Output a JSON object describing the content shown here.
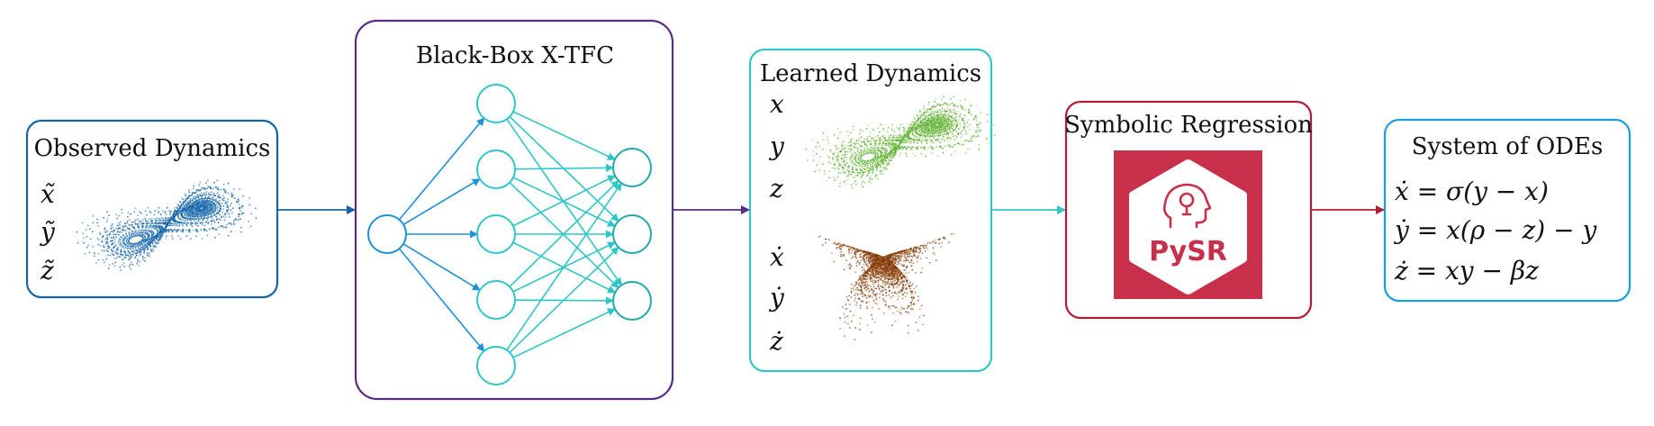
{
  "stages": {
    "observed": {
      "title": "Observed Dynamics",
      "vars": [
        "x̃",
        "ỹ",
        "z̃"
      ],
      "color": "#1565a6"
    },
    "xtfc": {
      "title": "Black-Box X-TFC",
      "color": "#5b2a82",
      "node_color": "#2ec6c6",
      "input_color": "#1f8fd6"
    },
    "learned": {
      "title": "Learned Dynamics",
      "vars": [
        "x",
        "y",
        "z"
      ],
      "dvars": [
        "ẋ",
        "ẏ",
        "ż"
      ],
      "color": "#34c6c6"
    },
    "symbolic": {
      "title": "Symbolic Regression",
      "logo_text": "PySR",
      "color": "#b21e35",
      "logo_bg": "#c8304a"
    },
    "odes": {
      "title": "System of ODEs",
      "equations": [
        "ẋ = σ(y − x)",
        "ẏ = x(ρ − z) − y",
        "ż = xy − βz"
      ],
      "color": "#1a9ee0"
    }
  },
  "network": {
    "layers": [
      1,
      5,
      3
    ]
  },
  "icons": [
    "lorenz-attractor-blue-icon",
    "lorenz-attractor-green-icon",
    "lorenz-derivative-brown-icon",
    "pysr-head-bulb-icon"
  ]
}
